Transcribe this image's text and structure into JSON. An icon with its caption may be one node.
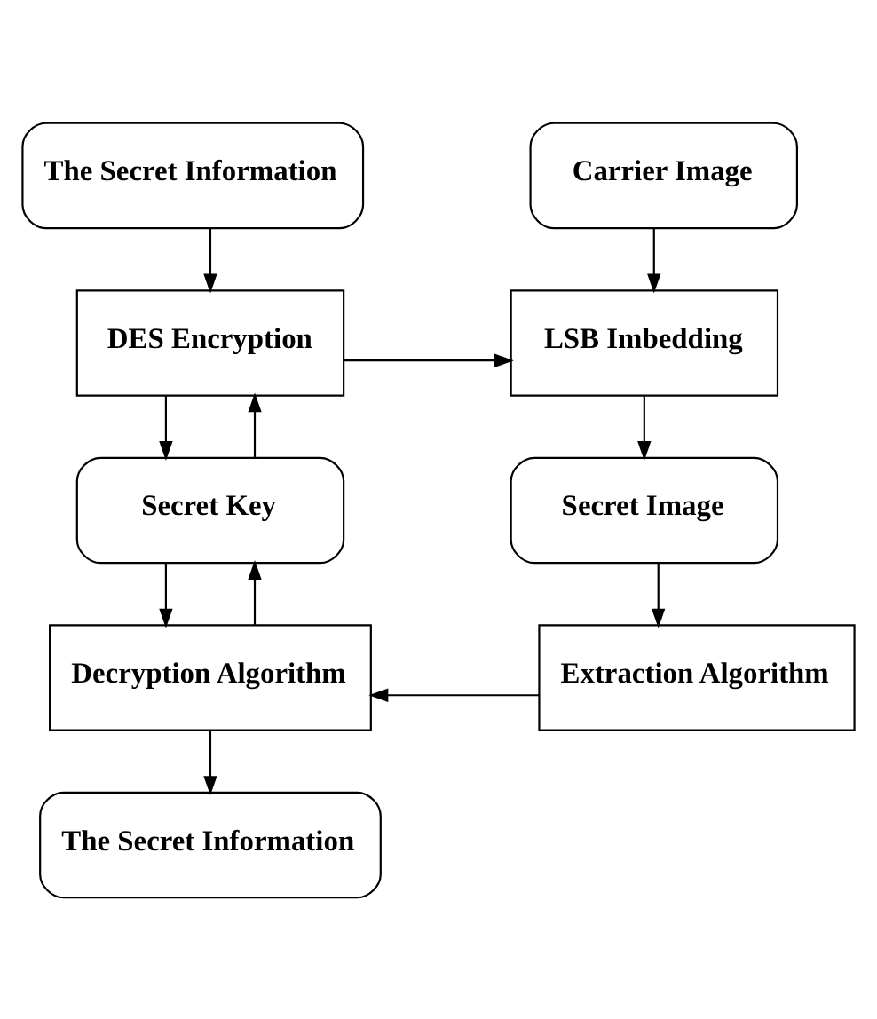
{
  "diagram": {
    "nodes": [
      {
        "text": [
          "The Secret Information"
        ]
      },
      {
        "text": [
          "Carrier Image"
        ]
      },
      {
        "text": [
          "DES Encryption"
        ]
      },
      {
        "text": [
          "LSB Imbedding"
        ]
      },
      {
        "text": [
          "Secret Key"
        ]
      },
      {
        "text": [
          "Secret Image"
        ]
      },
      {
        "text": [
          "Decryption Algorithm"
        ]
      },
      {
        "text": [
          "Extraction Algorithm"
        ]
      },
      {
        "text": [
          "The Secret Information"
        ]
      }
    ],
    "edges": [
      {
        "from": 0,
        "to": 2,
        "arrow": "to"
      },
      {
        "from": 1,
        "to": 3,
        "arrow": "to"
      },
      {
        "from": 2,
        "to": 3,
        "arrow": "to"
      },
      {
        "from": 2,
        "to": 4,
        "arrow": "to"
      },
      {
        "from": 4,
        "to": 2,
        "arrow": "to"
      },
      {
        "from": 3,
        "to": 5,
        "arrow": "to"
      },
      {
        "from": 4,
        "to": 6,
        "arrow": "to"
      },
      {
        "from": 6,
        "to": 4,
        "arrow": "to"
      },
      {
        "from": 5,
        "to": 7,
        "arrow": "to"
      },
      {
        "from": 7,
        "to": 6,
        "arrow": "to"
      },
      {
        "from": 6,
        "to": 8,
        "arrow": "to"
      }
    ]
  }
}
